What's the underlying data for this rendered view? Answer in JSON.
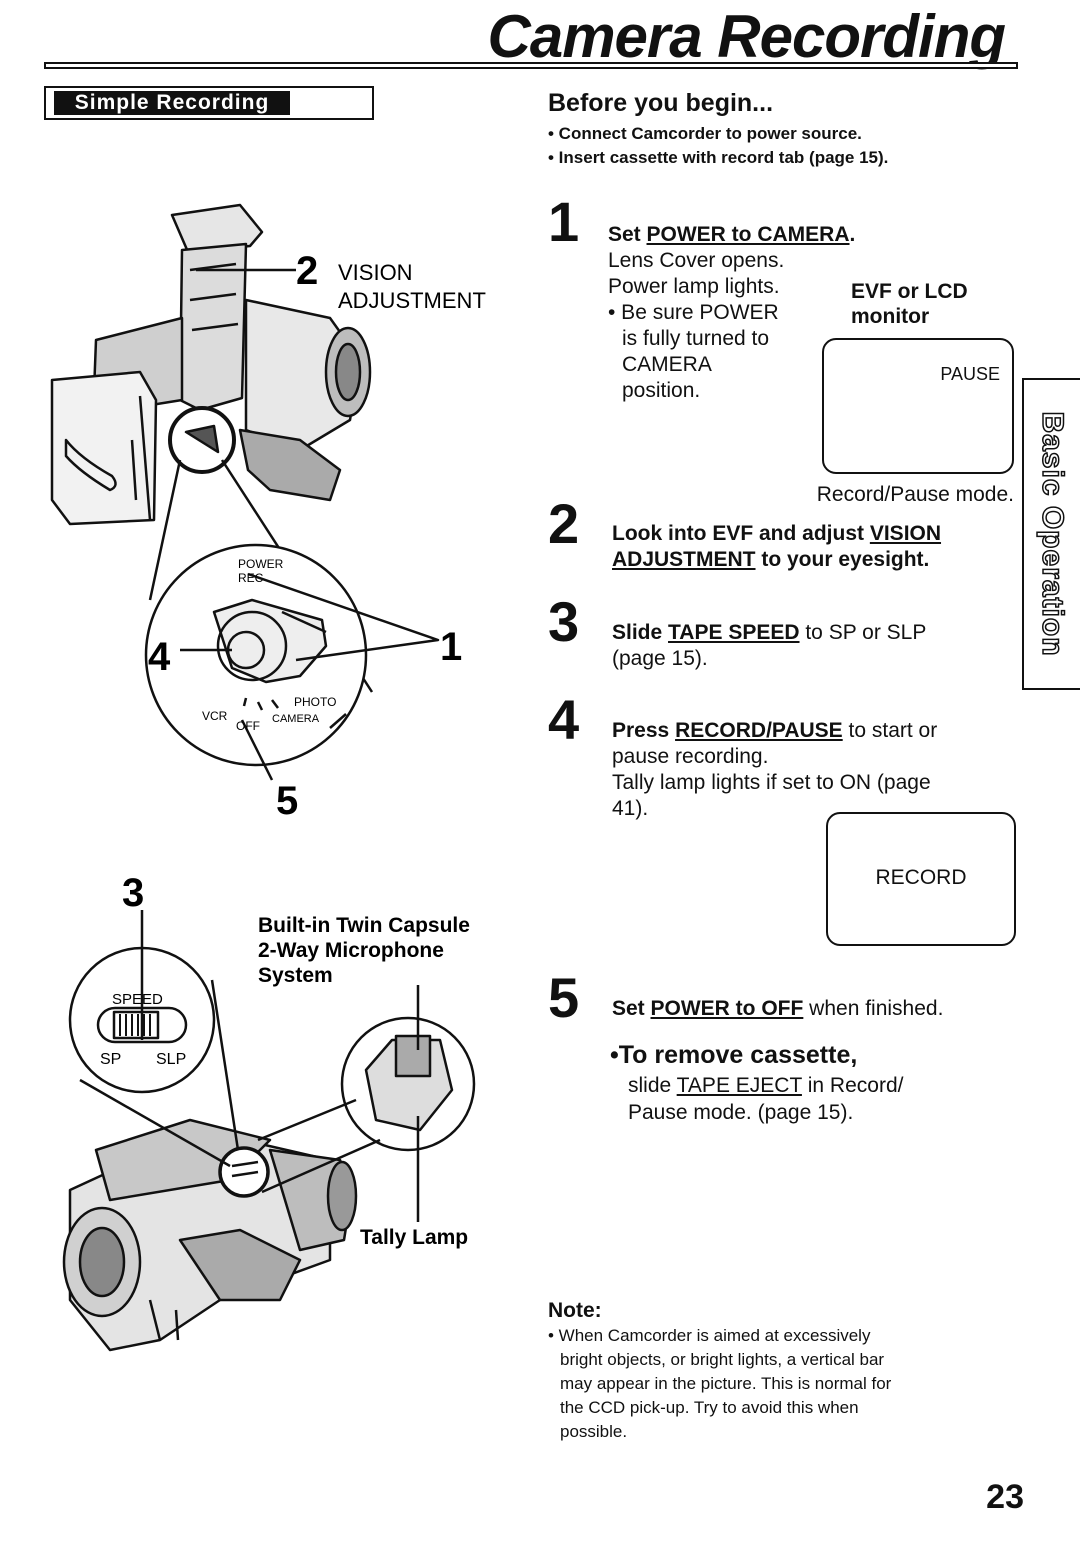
{
  "header": {
    "title": "Camera Recording"
  },
  "banner": {
    "label": "Simple Recording"
  },
  "side_tab": {
    "label": "Basic Operation"
  },
  "before": {
    "heading": "Before you begin...",
    "items": [
      "• Connect Camcorder to power source.",
      "• Insert cassette with record tab (page 15)."
    ]
  },
  "steps": {
    "s1": {
      "num": "1",
      "pre": "Set ",
      "link": "POWER to CAMERA",
      "post": ".",
      "l1": "Lens Cover opens.",
      "l2": "Power lamp lights.",
      "b1": "• Be sure POWER",
      "b2": "is fully turned to",
      "b3": "CAMERA",
      "b4": "position."
    },
    "s2": {
      "num": "2",
      "pre": "Look into EVF and adjust ",
      "link1": "VISION",
      "link2": "ADJUSTMENT",
      "post": " to your eyesight."
    },
    "s3": {
      "num": "3",
      "pre": "Slide ",
      "link": "TAPE SPEED",
      "post": " to SP or SLP",
      "l2": "(page 15)."
    },
    "s4": {
      "num": "4",
      "pre": "Press ",
      "link": "RECORD/PAUSE",
      "post": " to start or",
      "l2": "pause recording.",
      "l3": "Tally lamp lights if set to ON (page",
      "l4": "41)."
    },
    "s5": {
      "num": "5",
      "pre": "Set ",
      "link": "POWER to OFF",
      "post": " when finished."
    }
  },
  "monitor": {
    "label1": "EVF or LCD",
    "label2": "monitor",
    "pause_text": "PAUSE",
    "caption": "Record/Pause mode.",
    "record_text": "RECORD"
  },
  "remove": {
    "heading": "•To remove cassette,",
    "pre": "slide ",
    "link": "TAPE EJECT",
    "post": " in Record/",
    "l2": "Pause mode. (page 15)."
  },
  "note": {
    "heading": "Note:",
    "lines": [
      "• When Camcorder is aimed at excessively",
      "bright objects, or bright lights, a vertical bar",
      "may appear in the picture. This is normal for",
      "the CCD pick-up. Try to avoid this when",
      "possible."
    ]
  },
  "illustration": {
    "callout2_num": "2",
    "callout2_l1": "VISION",
    "callout2_l2": "ADJUSTMENT",
    "power_label": "POWER",
    "rec_label": "REC",
    "vcr": "VCR",
    "off": "OFF",
    "camera": "CAMERA",
    "photo": "PHOTO",
    "num4": "4",
    "num1": "1",
    "num5": "5",
    "num3": "3",
    "speed_label": "SPEED",
    "sp": "SP",
    "slp": "SLP",
    "mic_l1": "Built-in Twin Capsule",
    "mic_l2": "2-Way Microphone",
    "mic_l3": "System",
    "tally": "Tally Lamp"
  },
  "footer": {
    "page_number": "23"
  }
}
